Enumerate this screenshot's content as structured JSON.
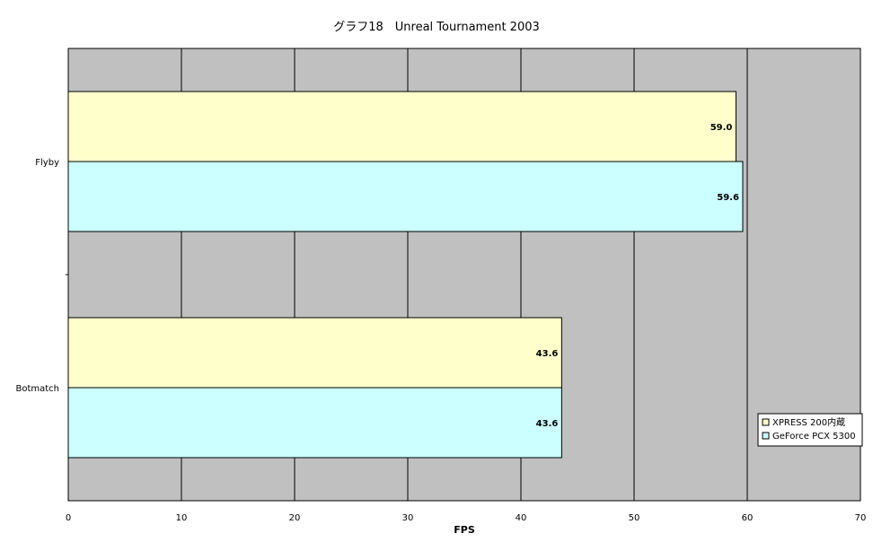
{
  "chart_data": {
    "type": "bar",
    "orientation": "horizontal",
    "title": "グラフ18　Unreal Tournament 2003",
    "xlabel": "FPS",
    "ylabel": "",
    "xlim": [
      0,
      70
    ],
    "x_ticks": [
      0,
      10,
      20,
      30,
      40,
      50,
      60,
      70
    ],
    "categories": [
      "Flyby",
      "Botmatch"
    ],
    "series": [
      {
        "name": "XPRESS 200内蔵",
        "values": [
          59.0,
          43.6
        ],
        "color": "#FFFFCC"
      },
      {
        "name": "GeForce PCX 5300",
        "values": [
          59.6,
          43.6
        ],
        "color": "#CCFFFF"
      }
    ],
    "plot_background": "#C0C0C0",
    "grid": true,
    "legend_position": "right"
  }
}
